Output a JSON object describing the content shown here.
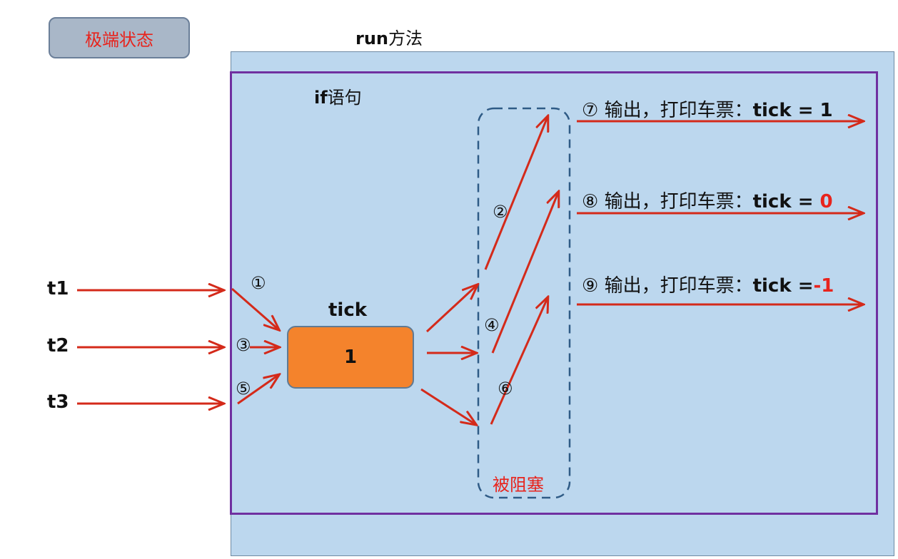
{
  "badge": {
    "label": "极端状态"
  },
  "run_box": {
    "title_prefix": "run",
    "title_suffix": "方法"
  },
  "if_box": {
    "title_prefix": "if",
    "title_suffix": "语句"
  },
  "tick": {
    "label": "tick",
    "value": "1"
  },
  "threads": [
    "t1",
    "t2",
    "t3"
  ],
  "steps": {
    "s1": "①",
    "s2": "②",
    "s3": "③",
    "s4": "④",
    "s5": "⑤",
    "s6": "⑥"
  },
  "outputs": [
    {
      "step": "⑦",
      "text": "输出，打印车票：",
      "var": "tick = ",
      "value": "1",
      "value_color": "#111111"
    },
    {
      "step": "⑧",
      "text": "输出，打印车票：",
      "var": "tick = ",
      "value": "0",
      "value_color": "#e8231c"
    },
    {
      "step": "⑨",
      "text": "输出，打印车票：",
      "var": "tick =",
      "value": "-1",
      "value_color": "#e8231c"
    }
  ],
  "blocked_label": "被阻塞",
  "colors": {
    "arrow": "#d42a1a",
    "run_box_fill": "#bcd7ee",
    "if_box_border": "#7030a0",
    "tick_box_fill": "#f4832c",
    "dashed_border": "#2f5b86"
  }
}
